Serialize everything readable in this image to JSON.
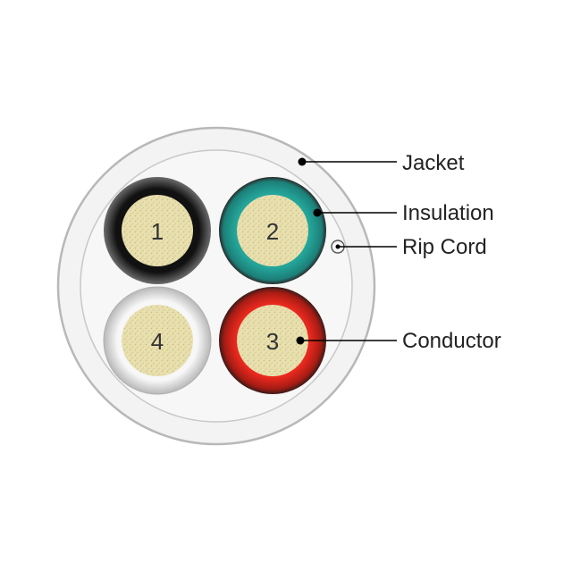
{
  "callouts": {
    "jacket": "Jacket",
    "insulation": "Insulation",
    "rip_cord": "Rip Cord",
    "conductor": "Conductor"
  },
  "wires": [
    {
      "number": "1",
      "insulation_color": "#111111"
    },
    {
      "number": "2",
      "insulation_color": "#2aa39a"
    },
    {
      "number": "3",
      "insulation_color": "#e5261d"
    },
    {
      "number": "4",
      "insulation_color": "#f4f4f4"
    }
  ],
  "colors": {
    "jacket_fill": "#f2f2f2",
    "jacket_stroke": "#bdbdbd",
    "conductor_fill": "#e9e0b0",
    "conductor_speckle": "#c9bd7e"
  }
}
